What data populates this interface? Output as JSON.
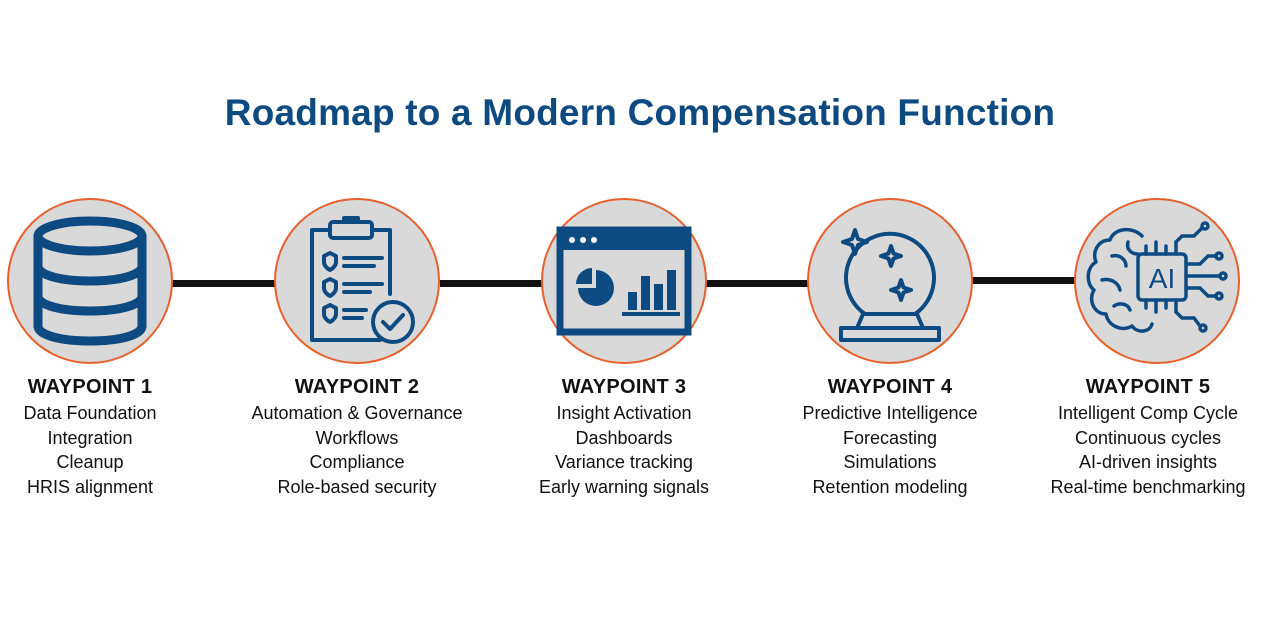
{
  "title": "Roadmap to a Modern Compensation Function",
  "colors": {
    "title": "#0e4a82",
    "icon": "#0e4a82",
    "circle_fill": "#d9d9d9",
    "circle_border": "#e8602c",
    "connector": "#111111"
  },
  "waypoints": [
    {
      "heading": "WAYPOINT 1",
      "items": [
        "Data Foundation",
        "Integration",
        "Cleanup",
        "HRIS alignment"
      ],
      "icon": "database-icon"
    },
    {
      "heading": "WAYPOINT 2",
      "items": [
        "Automation & Governance",
        "Workflows",
        "Compliance",
        "Role-based security"
      ],
      "icon": "clipboard-checklist-icon"
    },
    {
      "heading": "WAYPOINT 3",
      "items": [
        "Insight Activation",
        "Dashboards",
        "Variance tracking",
        "Early warning signals"
      ],
      "icon": "dashboard-icon"
    },
    {
      "heading": "WAYPOINT 4",
      "items": [
        "Predictive Intelligence",
        "Forecasting",
        "Simulations",
        "Retention modeling"
      ],
      "icon": "crystal-ball-icon"
    },
    {
      "heading": "WAYPOINT 5",
      "items": [
        "Intelligent Comp Cycle",
        "Continuous cycles",
        "AI-driven insights",
        "Real-time benchmarking"
      ],
      "icon": "ai-brain-icon",
      "icon_text": "AI"
    }
  ]
}
